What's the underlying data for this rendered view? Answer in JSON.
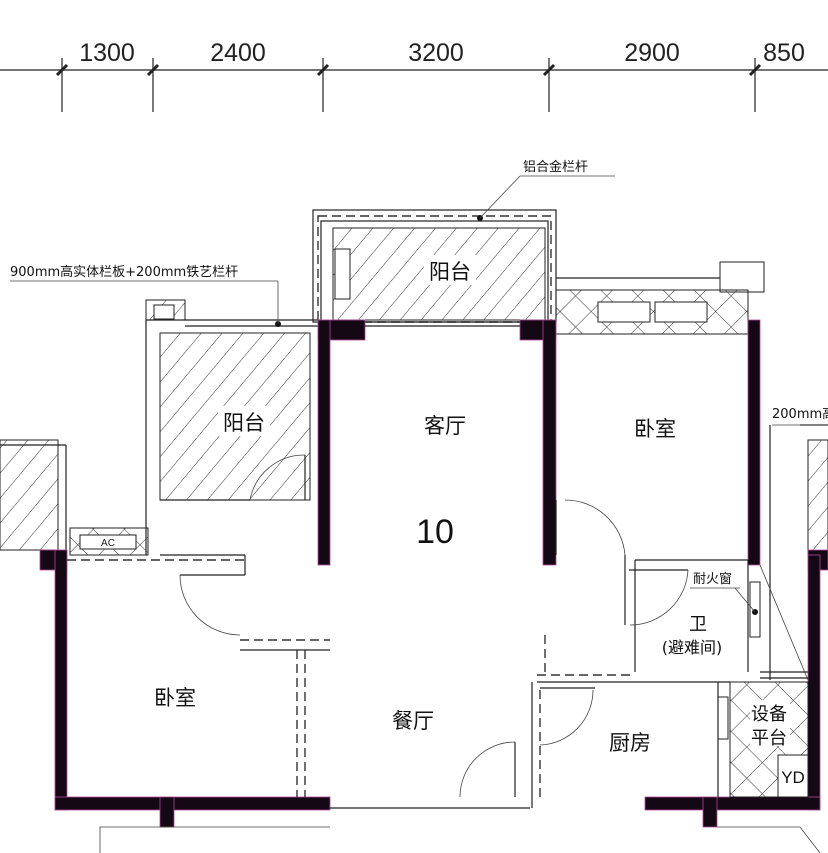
{
  "dimensions": [
    "1300",
    "2400",
    "3200",
    "2900",
    "850"
  ],
  "rooms": {
    "balcony_top": "阳台",
    "balcony_left": "阳台",
    "living_room": "客厅",
    "bedroom_right": "卧室",
    "bedroom_left": "卧室",
    "dining_room": "餐厅",
    "bathroom": "卫",
    "refuge_room": "(避难间)",
    "kitchen": "厨房",
    "equipment_1": "设备",
    "equipment_2": "平台",
    "yd": "YD"
  },
  "unit_number": "10",
  "annotations": {
    "aluminum_railing": "铝合金栏杆",
    "railing_left": "900mm高实体栏板+200mm铁艺栏杆",
    "railing_right": "200mm高",
    "fire_window": "耐火窗",
    "ac": "AC"
  }
}
